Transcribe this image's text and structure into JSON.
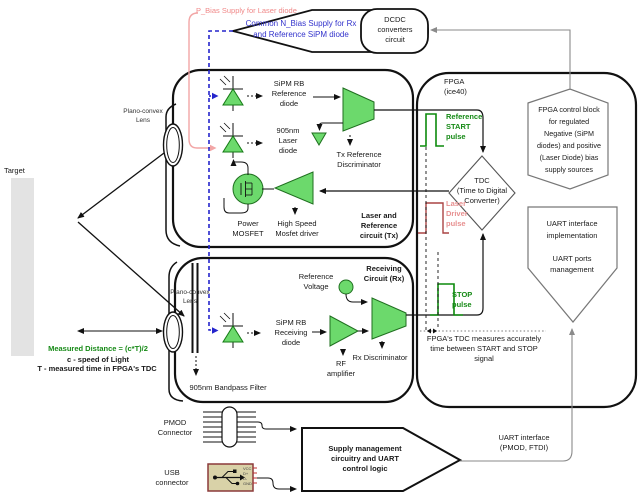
{
  "meta": {
    "description": "Block diagram of SiPM-based laser rangefinder with FPGA TDC"
  },
  "colors": {
    "component_fill": "#6cd96c",
    "component_stroke": "#157a15",
    "pulse_green": "#0c8a0c",
    "pulse_red": "#aa4444",
    "bias_pink": "#f2a6a6",
    "bias_blue": "#2525cc",
    "wire_gray": "#909090",
    "target_gray": "#e3e3e3"
  },
  "top": {
    "p_bias": "P_Bias Supply for Laser diode",
    "n_bias": "Common N_Bias Supply for Rx\nand Reference SiPM diode",
    "dcdc": "DCDC\nconverters\ncircuit"
  },
  "tx": {
    "title": "Laser and\nReference\ncircuit (Tx)",
    "sipm_ref": "SiPM RB\nReference\ndiode",
    "laser": "905nm\nLaser\ndiode",
    "discriminator": "Tx Reference\nDiscriminator",
    "mosfet": "Power\nMOSFET",
    "driver": "High Speed\nMosfet driver"
  },
  "rx": {
    "title": "Receiving\nCircuit (Rx)",
    "ref_voltage": "Reference\nVoltage",
    "sipm_rx": "SiPM RB\nReceiving\ndiode",
    "rf_amp": "RF\namplifier",
    "discriminator": "Rx Discriminator",
    "bandpass": "905nm Bandpass Filter"
  },
  "fpga": {
    "label": "FPGA\n(ice40)",
    "start_pulse": "Reference\nSTART\npulse",
    "tdc": "TDC\n(Time to Digital\nConverter)",
    "laser_pulse": "Laser\nDriver\npulse",
    "stop_pulse": "STOP\npulse",
    "note": "FPGA's TDC measures accurately\ntime between START and STOP\nsignal",
    "control_block": "FPGA control block\nfor regulated\nNegative (SiPM\ndiodes) and positive\n(Laser Diode) bias\nsupply sources",
    "uart_block": "UART interface\nimplementation\n\nUART ports\nmanagement"
  },
  "optics": {
    "target": "Target",
    "lens1": "Plano-convex\nLens",
    "lens2": "Plano-convex\nLens",
    "formula": "Measured Distance = (c*T)/2",
    "c_line": "c - speed of Light",
    "t_line": "T - measured time in FPGA's TDC"
  },
  "bottom": {
    "pmod": "PMOD\nConnector",
    "usb": "USB\nconnector",
    "usb_pins": "VCC\nD+\nD-\nGND",
    "supply": "Supply management\ncircuitry and UART\ncontrol logic",
    "uart_if": "UART interface\n(PMOD, FTDI)"
  }
}
